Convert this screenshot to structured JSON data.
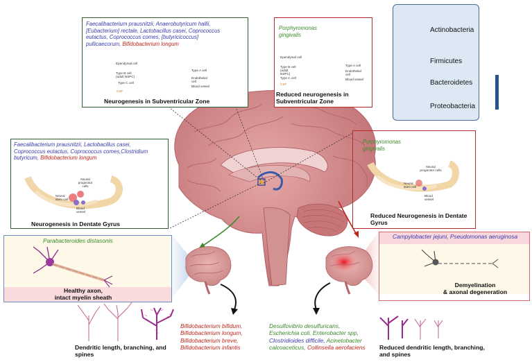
{
  "legend": {
    "items": [
      {
        "label": "Actinobacteria",
        "color": "#9b2b2b"
      },
      {
        "label": "Firmicutes",
        "color": "#6b3a8e"
      },
      {
        "label": "Bacteroidetes",
        "color": "#5f7f2a"
      },
      {
        "label": "Proteobacteria",
        "color": "#3c9cb0"
      }
    ]
  },
  "svz_healthy": {
    "line1": "Faecalibacterium prausnitzii, Anaerobutyricum hallii,",
    "line2": "[Eubacterium] rectale, Lactobacillus casei, Coprococcus",
    "line3": "eutactus, Coprococcus comes, [butyricicoccus]",
    "line4a": "pullicaecorum, ",
    "line4b": "Bifidobacterium longum",
    "title": "Neurogenesis in Subventricular Zone",
    "inset_labels": [
      "Ependymal cell",
      "Type B cell (adult NSPC)",
      "Type C cell",
      "Type A cell",
      "Endothelial cell",
      "Blood vessel",
      "CSF"
    ]
  },
  "svz_reduced": {
    "bacteria_line1": "Porphyromonas",
    "bacteria_line2": "gingivalis",
    "title_line1": "Reduced neurogenesis in",
    "title_line2": "Subventricular Zone",
    "inset_labels": [
      "Ependymal cell",
      "Type B cell (adult NSPC)",
      "Type C cell",
      "Type A cell",
      "Endothelial cell",
      "Blood vessel",
      "CSF"
    ]
  },
  "dg_healthy": {
    "line1": "Faecalibacterium prausnitzii, Lactobacillus casei,",
    "line2": "Coprococcus eutactus, Coprococcus comes,Clostridium",
    "line3a": "butyricum, ",
    "line3b": "Bifidobacterium longum",
    "title": "Neurogenesis in Dentate Gyrus",
    "inset_labels": [
      "Neural progenitor cells",
      "Neural stem cell",
      "Blood vessel"
    ]
  },
  "dg_reduced": {
    "bacteria_line1": "Porphyromonas",
    "bacteria_line2": "gingivalis",
    "title_line1": "Reduced Neurogenesis in Dentate",
    "title_line2": "Gyrus",
    "inset_labels": [
      "Neural progenitor cells",
      "Neural stem cell",
      "Blood vessel"
    ]
  },
  "axon_healthy": {
    "bacteria": "Parabacteroides distasonis",
    "title_line1": "Healthy axon,",
    "title_line2": "intact myelin sheath"
  },
  "axon_damaged": {
    "bacteria": "Campylobacter jejuni, Pseudomonas aeruginosa",
    "title_line1": "Demyelination",
    "title_line2": "& axonal degeneration"
  },
  "dendrite_healthy": {
    "title_line1": "Dendritic length, branching, and",
    "title_line2": "spines",
    "bacteria": [
      "Bifidobacterium bifidum,",
      "Bifidobacterium longum,",
      "Bifidobacterium breve,",
      "Bifidobacterium infantis"
    ]
  },
  "dendrite_reduced": {
    "title_line1": "Reduced dendritic length, branching,",
    "title_line2": "and spines",
    "line1": "Desulfovibrio desulfuricans,",
    "line2": "Escherichia coli, Enterobacter spp,",
    "line3a": "Clostridioides difficile, ",
    "line3b": "Acinetobacter",
    "line4a": "calcoaceticus, ",
    "line4b": "Collinsella aerofaciens"
  }
}
